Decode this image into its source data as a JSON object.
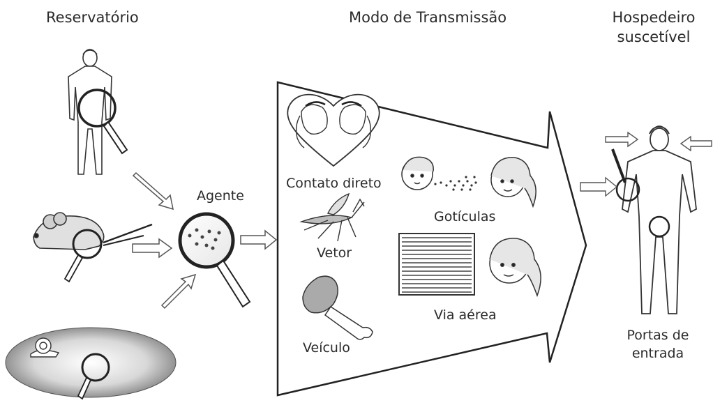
{
  "headings": {
    "reservoir": "Reservatório",
    "transmission": "Modo de Transmissão",
    "host_line1": "Hospedeiro",
    "host_line2": "suscetível"
  },
  "labels": {
    "agent": "Agente",
    "direct_contact": "Contato direto",
    "droplets": "Gotículas",
    "vector": "Vetor",
    "airborne": "Via aérea",
    "vehicle": "Veículo",
    "entry_line1": "Portas de",
    "entry_line2": "entrada"
  }
}
